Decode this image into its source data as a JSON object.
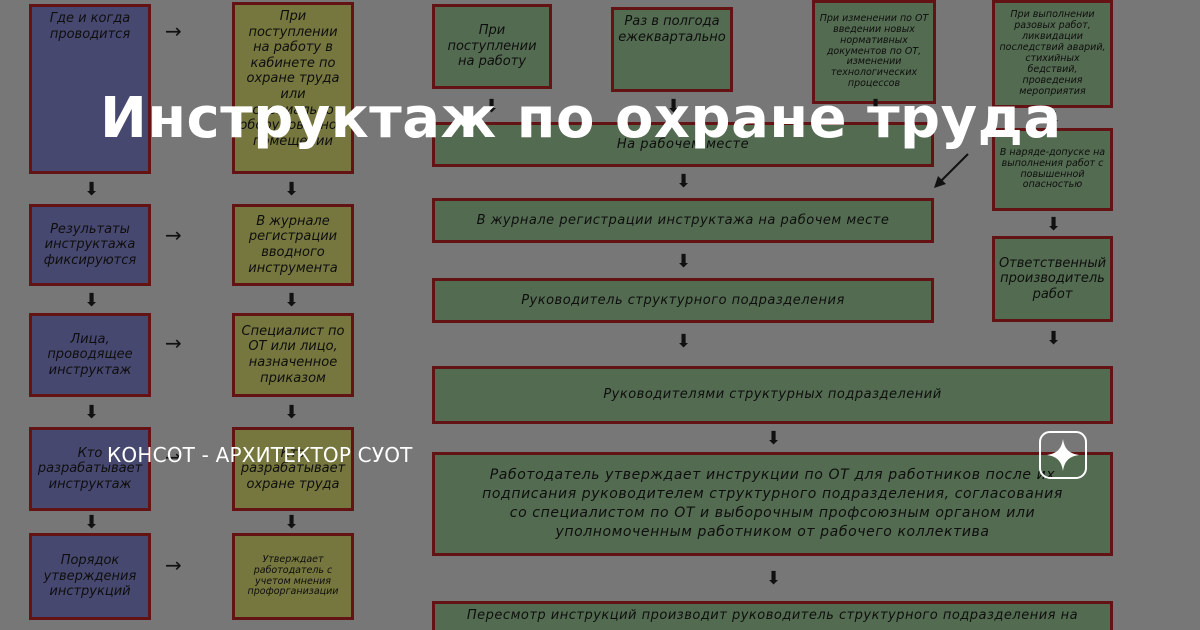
{
  "headline": "Инструктаж по охране труда",
  "channel_name": "КОНСОТ - АРХИТЕКТОР СУОТ",
  "logo_icon": "sparkle-icon",
  "arrow_down": "⬇",
  "arrow_right": "→",
  "left_column": [
    "Где и когда проводится",
    "Результаты инструктажа фиксируются",
    "Лица, проводящее инструктаж",
    "Кто разрабатывает инструктаж",
    "Порядок утверждения инструкций"
  ],
  "middle_column": [
    "При поступлении на работу в кабинете по охране труда или специально оборудованном помещении",
    "В журнале регистрации вводного инструмента",
    "Специалист по ОТ или лицо, назначенное приказом",
    "Кто разрабатывает охране труда",
    "Утверждает работодатель с учетом мнения профорганизации"
  ],
  "top_row": [
    "При поступлении на работу",
    "Раз в полгода ежеквартально",
    "При изменении по ОТ введении новых нормативных документов по ОТ, изменении технологических процессов",
    "При выполнении разовых работ, ликвидации последствий аварий, стихийных бедствий, проведения мероприятия"
  ],
  "center_column": [
    "На рабочем месте",
    "В журнале регистрации инструктажа на рабочем месте",
    "Руководитель структурного подразделения",
    "Руководителями структурных подразделений",
    "Работодатель утверждает инструкции по ОТ для работников после их подписания руководителем структурного подразделения, согласования со специалистом по ОТ и выборочным профсоюзным органом или уполномоченным работником от рабочего коллектива",
    "Пересмотр инструкций производит руководитель структурного подразделения на"
  ],
  "right_column": [
    "В наряде-допуске на выполнения работ с повышенной опасностью",
    "Ответственный производитель работ"
  ]
}
